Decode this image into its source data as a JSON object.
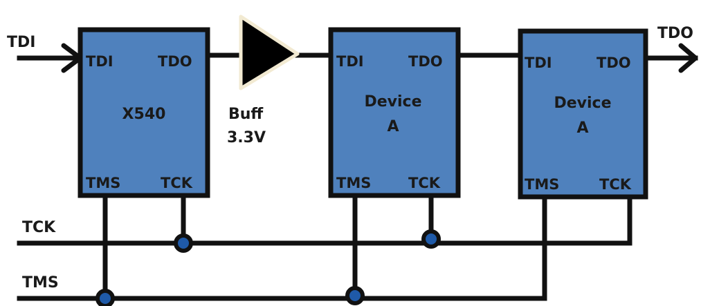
{
  "signals": {
    "tdi_in": "TDI",
    "tdo_out": "TDO",
    "tck": "TCK",
    "tms": "TMS"
  },
  "buffer": {
    "name": "Buff",
    "voltage": "3.3V"
  },
  "devices": [
    {
      "name": "X540",
      "name_line2": "",
      "pin_tdi": "TDI",
      "pin_tdo": "TDO",
      "pin_tms": "TMS",
      "pin_tck": "TCK"
    },
    {
      "name": "Device",
      "name_line2": "A",
      "pin_tdi": "TDI",
      "pin_tdo": "TDO",
      "pin_tms": "TMS",
      "pin_tck": "TCK"
    },
    {
      "name": "Device",
      "name_line2": "A",
      "pin_tdi": "TDI",
      "pin_tdo": "TDO",
      "pin_tms": "TMS",
      "pin_tck": "TCK"
    }
  ],
  "colors": {
    "device_fill": "#4f81bd",
    "outline": "#111111",
    "junction_fill": "#1f5aa8"
  }
}
